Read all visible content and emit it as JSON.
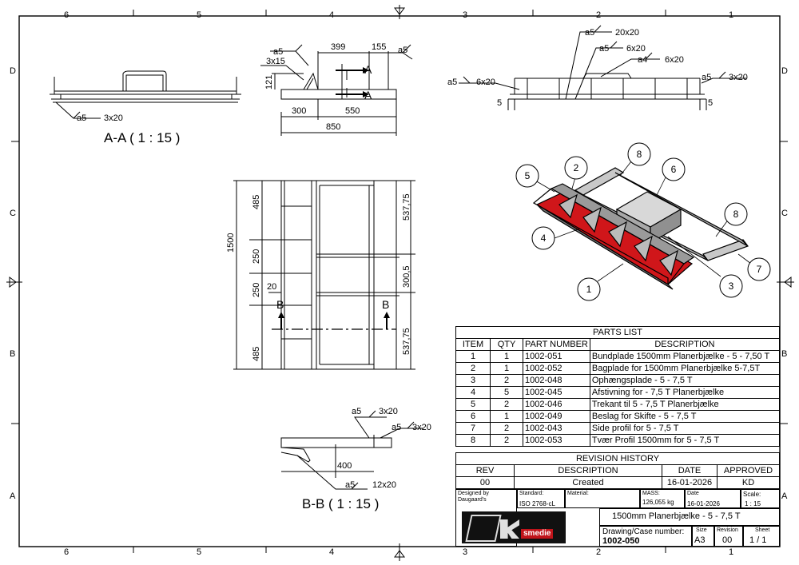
{
  "zones": {
    "columns": [
      "6",
      "5",
      "4",
      "3",
      "2",
      "1"
    ],
    "rows": [
      "D",
      "C",
      "B",
      "A"
    ]
  },
  "views": {
    "section_aa_label": "A-A ( 1 : 15 )",
    "section_bb_label": "B-B ( 1 : 15 )",
    "cut_a": "A",
    "cut_b": "B"
  },
  "dimensions": {
    "side": [
      "399",
      "155",
      "3x15",
      "121",
      "300",
      "550",
      "850"
    ],
    "plan": [
      "485",
      "250",
      "250",
      "485",
      "1500",
      "20",
      "537,75",
      "300,5",
      "537,75"
    ],
    "section_bb": [
      "400"
    ]
  },
  "welds": {
    "aa_1": "a5",
    "aa_1b": "3x20",
    "side_1": "a5",
    "side_2": "a5",
    "front_1": "a5",
    "front_1b": "20x20",
    "front_2": "a5",
    "front_2b": "6x20",
    "front_3": "a4",
    "front_3b": "6x20",
    "front_4": "a5",
    "front_4b": "6x20",
    "front_5": "a5",
    "front_5b": "3x20",
    "front_dim_left": "5",
    "front_dim_right": "5",
    "bb_1": "a5",
    "bb_1b": "3x20",
    "bb_2": "a5",
    "bb_2b": "3x20",
    "bb_3": "a5",
    "bb_3b": "12x20"
  },
  "balloons": [
    "1",
    "2",
    "3",
    "4",
    "5",
    "6",
    "7",
    "8",
    "8"
  ],
  "parts_list": {
    "title": "PARTS LIST",
    "headers": [
      "ITEM",
      "QTY",
      "PART NUMBER",
      "DESCRIPTION"
    ],
    "rows": [
      [
        "1",
        "1",
        "1002-051",
        "Bundplade 1500mm Planerbjælke - 5 - 7,50 T"
      ],
      [
        "2",
        "1",
        "1002-052",
        "Bagplade for 1500mm Planerbjælke 5-7,5T"
      ],
      [
        "3",
        "2",
        "1002-048",
        "Ophængsplade - 5 - 7,5 T"
      ],
      [
        "4",
        "5",
        "1002-045",
        "Afstivning for  - 7,5 T Planerbjælke"
      ],
      [
        "5",
        "2",
        "1002-046",
        "Trekant til 5 - 7,5 T Planerbjælke"
      ],
      [
        "6",
        "1",
        "1002-049",
        "Beslag for Skifte - 5 - 7,5 T"
      ],
      [
        "7",
        "2",
        "1002-043",
        "Side profil for 5 - 7,5 T"
      ],
      [
        "8",
        "2",
        "1002-053",
        "Tvær Profil 1500mm for 5 - 7,5 T"
      ]
    ]
  },
  "revision_history": {
    "title": "REVISION HISTORY",
    "headers": [
      "REV",
      "DESCRIPTION",
      "DATE",
      "APPROVED"
    ],
    "rows": [
      [
        "00",
        "Created",
        "16-01-2026",
        "KD"
      ]
    ]
  },
  "title_block": {
    "designed_by_label": "Designed by",
    "designed_by": "Daugaard's",
    "standard_label": "Standard:",
    "standard": "ISO 2768-cL",
    "material_label": "Material:",
    "mass_label": "MASS:",
    "mass": "126,055 kg",
    "date_label": "Date",
    "date": "16-01-2026",
    "scale_label": "Scale:",
    "scale": "1 : 15",
    "title": "1500mm Planerbjælke - 5 - 7,5 T",
    "drawing_number_label": "Drawing/Case number:",
    "drawing_number": "1002-050",
    "size_label": "Size",
    "size": "A3",
    "revision_label": "Revision",
    "revision": "00",
    "sheet_label": "Sheet",
    "sheet": "1 / 1",
    "logo_text": "smedie"
  }
}
